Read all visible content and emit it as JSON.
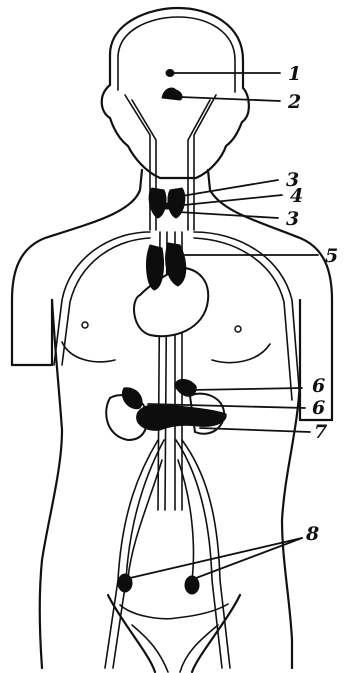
{
  "labels": {
    "l1": "1",
    "l2": "2",
    "l3a": "3",
    "l4": "4",
    "l3b": "3",
    "l5": "5",
    "l6a": "6",
    "l6b": "6",
    "l7": "7",
    "l8": "8"
  }
}
